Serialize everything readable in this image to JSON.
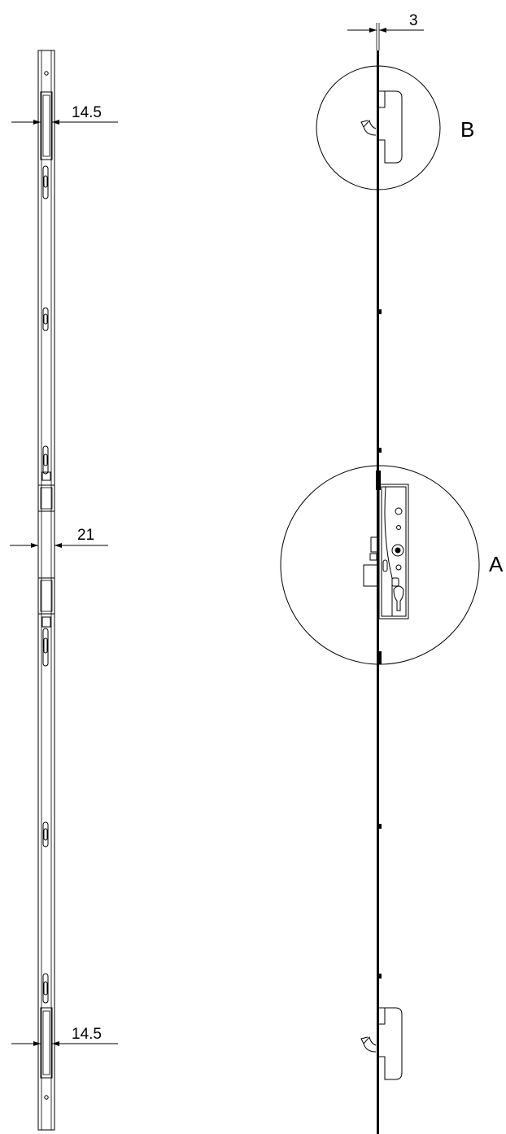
{
  "drawing": {
    "dimensions": {
      "top_slot_width": "14.5",
      "center_width": "21",
      "bottom_slot_width": "14.5",
      "strip_thickness": "3"
    },
    "detail_labels": {
      "detail_b": "B",
      "detail_a": "A"
    }
  }
}
